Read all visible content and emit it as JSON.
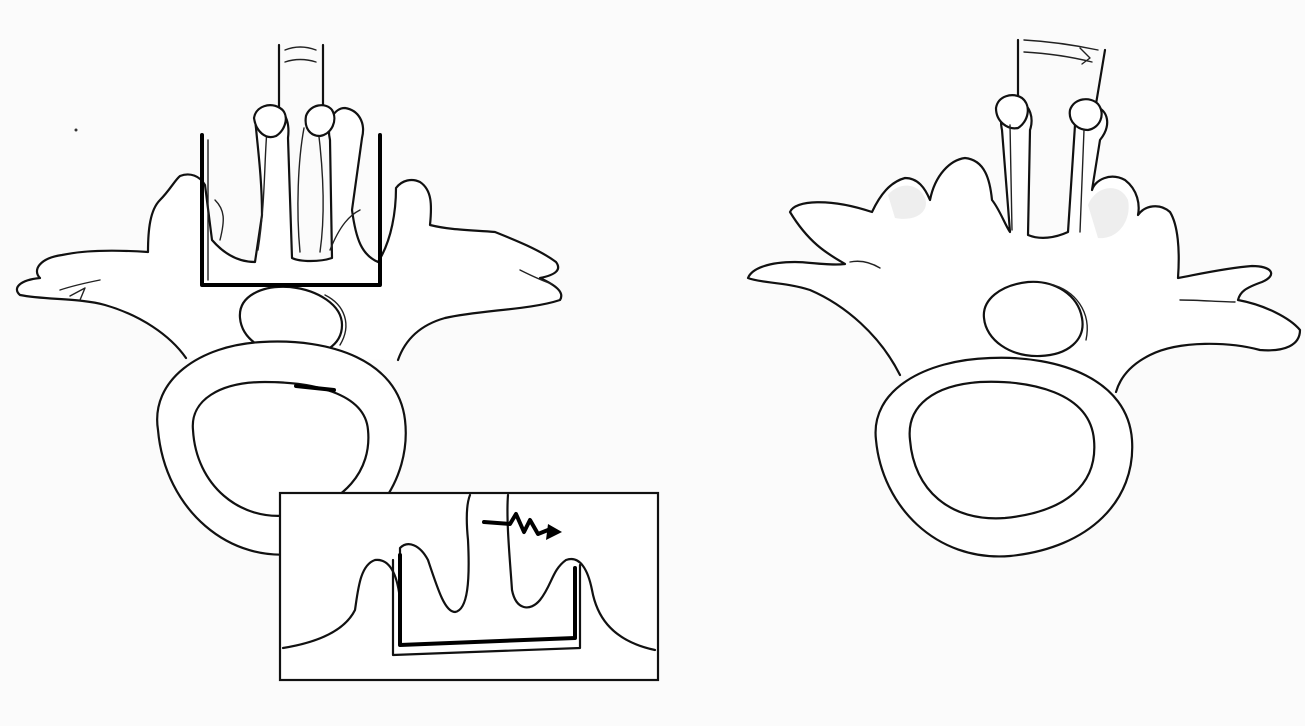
{
  "figure": {
    "panels": [
      {
        "id": "left",
        "state": "with-interspinous-implant",
        "has_inset": true
      },
      {
        "id": "right",
        "state": "without-implant",
        "has_inset": false
      }
    ],
    "inset": {
      "shows": "magnified-implant-between-spinous-processes",
      "arrow": "zigzag-arrow-right"
    },
    "colors": {
      "line": "#111111",
      "implant": "#000000",
      "background": "#fbfbfb"
    }
  }
}
